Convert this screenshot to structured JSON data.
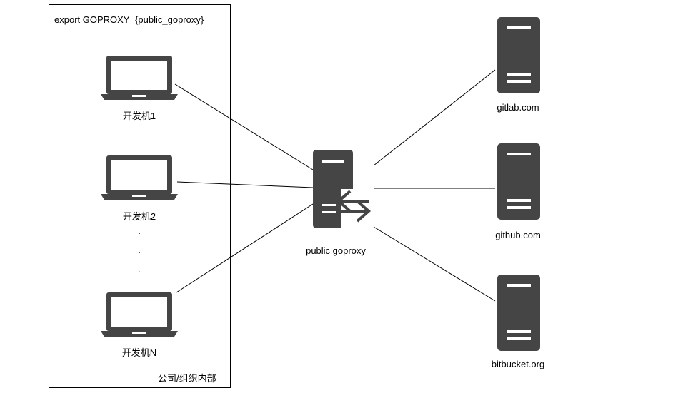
{
  "company_box": {
    "export_text": "export GOPROXY={public_goproxy}",
    "boundary_label": "公司/组织内部"
  },
  "dev_machines": [
    {
      "label": "开发机1",
      "icon": "laptop-icon"
    },
    {
      "label": "开发机2",
      "icon": "laptop-icon"
    },
    {
      "label": "开发机N",
      "icon": "laptop-icon"
    }
  ],
  "ellipsis": [
    ".",
    ".",
    "."
  ],
  "proxy": {
    "label": "public goproxy",
    "icon": "proxy-server-icon"
  },
  "servers": [
    {
      "label": "gitlab.com",
      "icon": "server-icon"
    },
    {
      "label": "github.com",
      "icon": "server-icon"
    },
    {
      "label": "bitbucket.org",
      "icon": "server-icon"
    }
  ],
  "colors": {
    "icon_fill": "#454545",
    "line": "#000000",
    "background": "#ffffff"
  }
}
